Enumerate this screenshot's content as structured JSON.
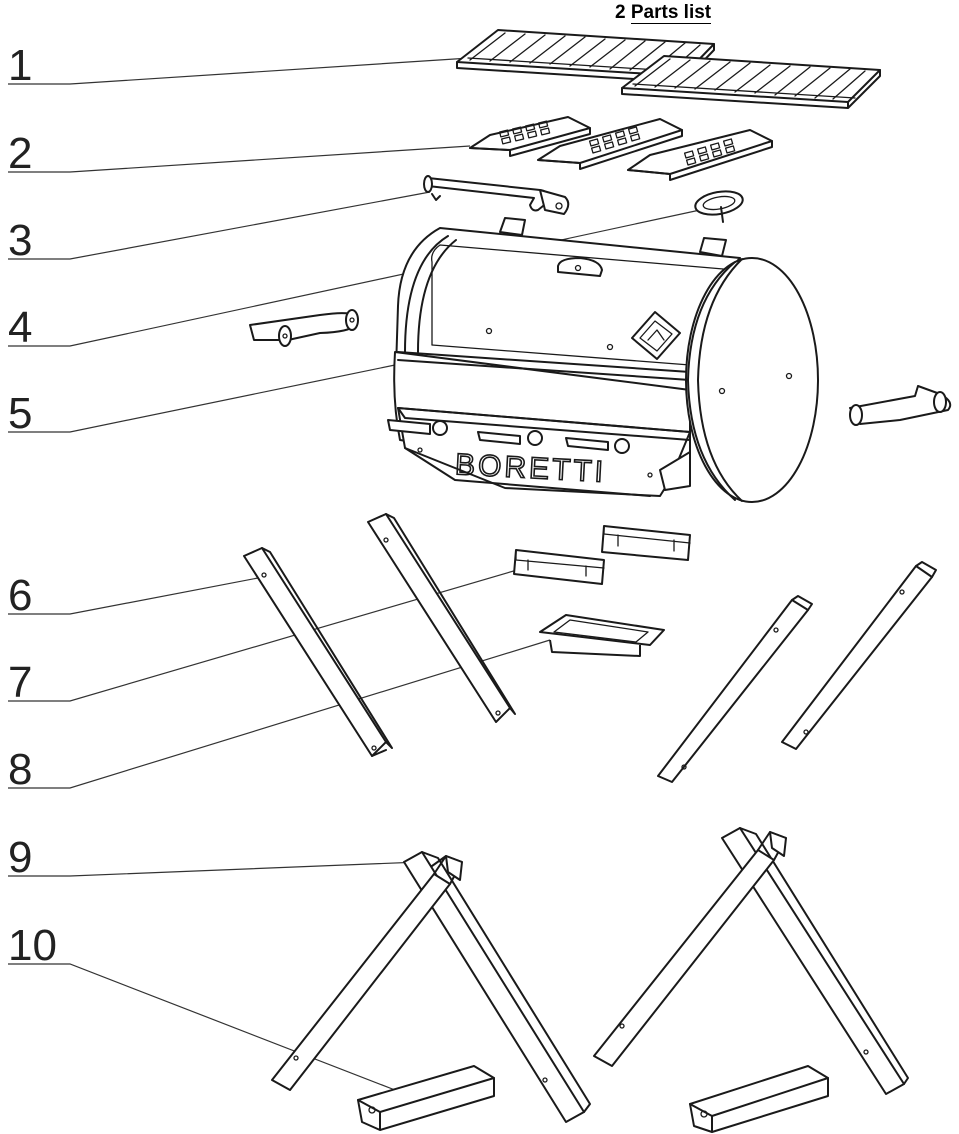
{
  "header": {
    "section_number": "2",
    "title": "Parts list"
  },
  "parts": [
    {
      "number": "1"
    },
    {
      "number": "2"
    },
    {
      "number": "3"
    },
    {
      "number": "4"
    },
    {
      "number": "5"
    },
    {
      "number": "6"
    },
    {
      "number": "7"
    },
    {
      "number": "8"
    },
    {
      "number": "9"
    },
    {
      "number": "10"
    }
  ],
  "brand": {
    "logo_text": "BORETTI"
  }
}
